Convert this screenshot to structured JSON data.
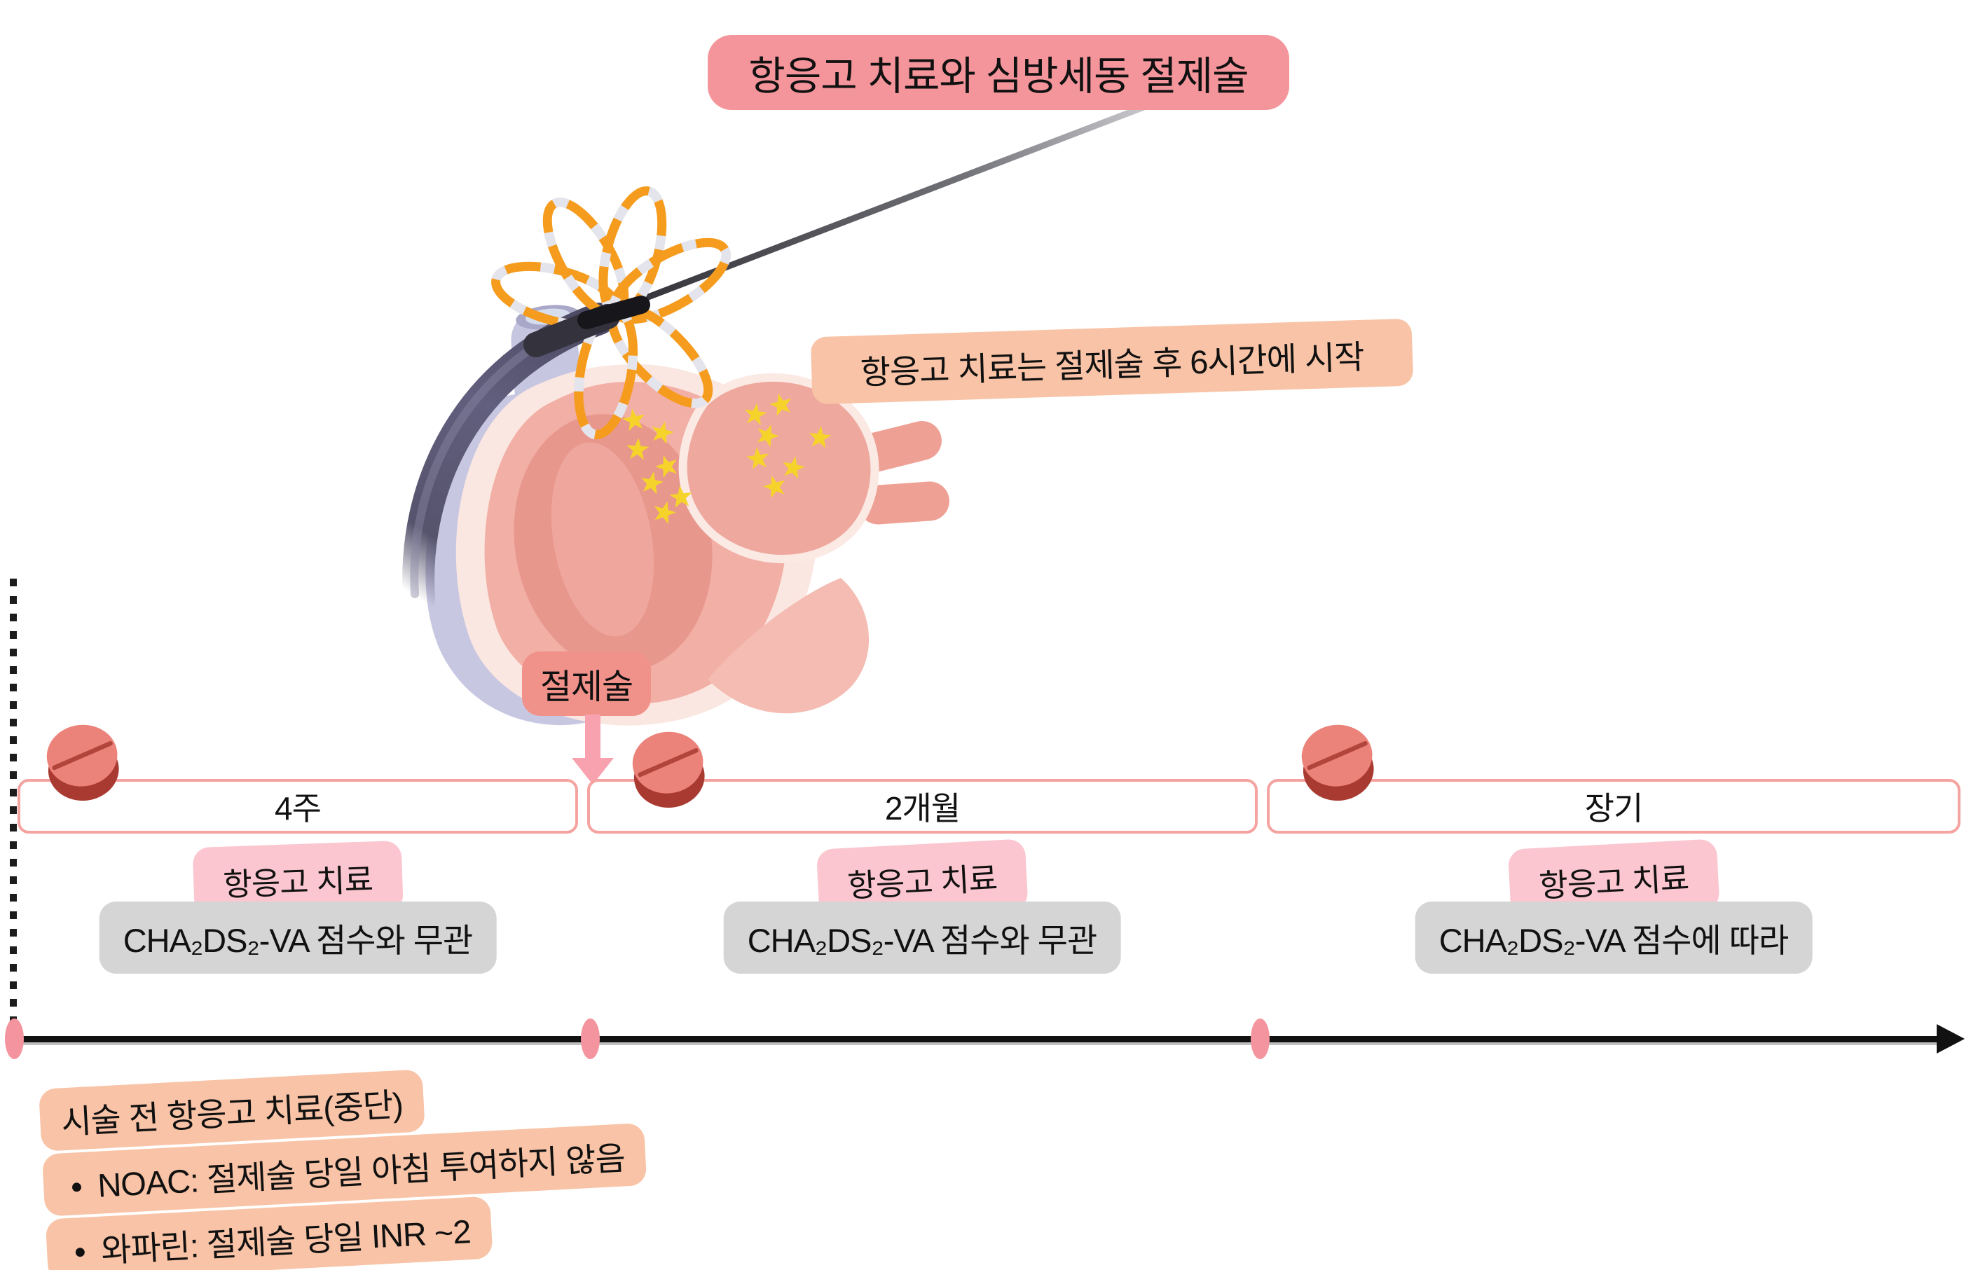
{
  "title": "항응고 치료와 심방세동 절제술",
  "callout": "항응고 치료는 절제술 후 6시간에 시작",
  "ablation": {
    "label": "절제술"
  },
  "segments": [
    {
      "duration": "4주",
      "therapy": "항응고 치료",
      "criteria": "CHA₂DS₂-VA 점수와 무관"
    },
    {
      "duration": "2개월",
      "therapy": "항응고 치료",
      "criteria": "CHA₂DS₂-VA 점수와 무관"
    },
    {
      "duration": "장기",
      "therapy": "항응고 치료",
      "criteria": "CHA₂DS₂-VA 점수에 따라"
    }
  ],
  "pre_procedure": {
    "title": "시술 전 항응고 치료(중단)",
    "bullet": "●",
    "bullets": [
      "NOAC: 절제술 당일 아침 투여하지 않음",
      "와파린: 절제술 당일 INR ~2"
    ]
  },
  "timeline": {
    "dot_count": 3,
    "direction": "left-to-right"
  },
  "icons": {
    "pill": "round-tablet-pill",
    "pill_count": 3,
    "stars": "ablation-lesion-stars",
    "catheter": "pfa-flower-catheter-in-heart",
    "down_arrow": "ablation-time-arrow",
    "axis_arrow": "timeline-arrowhead"
  },
  "colors": {
    "title_bg": "#F4959B",
    "callout_bg": "#F8C3A6",
    "badge_bg": "#F0928A",
    "therapy_bg": "#FBC6CF",
    "criteria_bg": "#D5D5D5",
    "box_border": "#F5A3A0",
    "arrow_pink": "#F8A2B0",
    "dot_pink": "#F4949E",
    "pill_top": "#EC837B",
    "pill_bottom": "#A93A31",
    "catheter_orange": "#F59C1F",
    "star_yellow": "#F5D32B",
    "axis_black": "#111111"
  }
}
